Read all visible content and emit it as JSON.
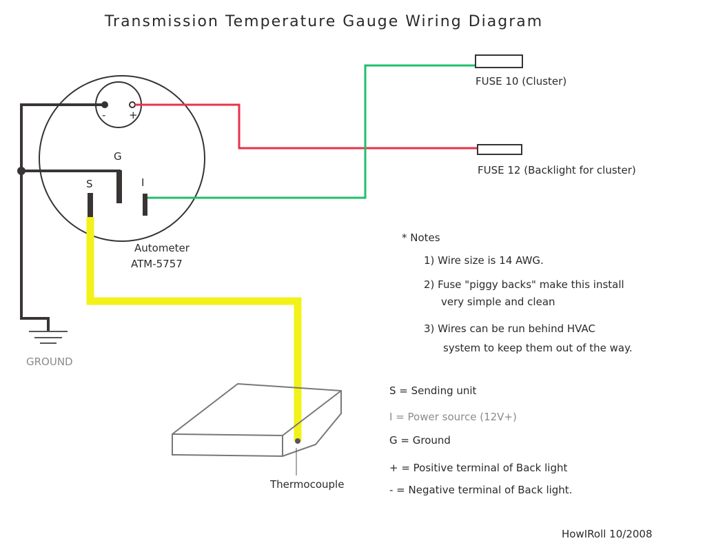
{
  "title": "Transmission Temperature Gauge Wiring Diagram",
  "gauge": {
    "brand": "Autometer",
    "model": "ATM-5757",
    "terminals": {
      "minus": "-",
      "plus": "+",
      "ground": "G",
      "sending": "S",
      "power": "I"
    }
  },
  "fuses": [
    {
      "label": "FUSE 10 (Cluster)"
    },
    {
      "label": "FUSE 12 (Backlight for cluster)"
    }
  ],
  "ground_label": "GROUND",
  "thermocouple_label": "Thermocouple",
  "notes": {
    "heading": "* Notes",
    "items": [
      "1) Wire size is 14 AWG.",
      "2) Fuse \"piggy backs\" make this install",
      "very simple and clean",
      "3) Wires can be run behind HVAC",
      "system to keep them out of the way."
    ]
  },
  "legend": [
    "S = Sending unit",
    "I = Power source (12V+)",
    "G = Ground",
    "+ = Positive terminal of Back light",
    "- = Negative terminal of Back light."
  ],
  "signature": "HowIRoll 10/2008",
  "colors": {
    "red_wire": "#e8324a",
    "green_wire": "#1fbf6a",
    "yellow_wire": "#f2f21a",
    "black_wire": "#3a3535"
  }
}
